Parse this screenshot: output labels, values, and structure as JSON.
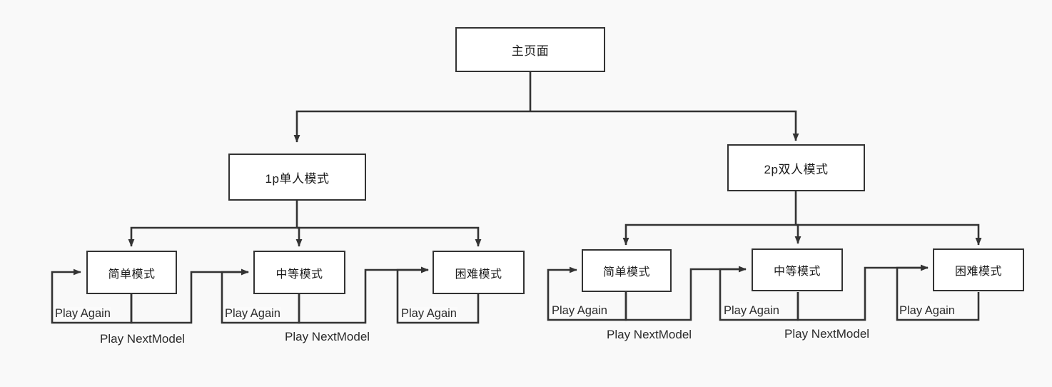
{
  "diagram": {
    "title_node": {
      "label": "主页面"
    },
    "branches": [
      {
        "name": "single-player",
        "label": "1p单人模式",
        "modes": [
          {
            "label": "简单模式",
            "self_loop_label": "Play Again",
            "next_label": "Play NextModel"
          },
          {
            "label": "中等模式",
            "self_loop_label": "Play Again",
            "next_label": "Play NextModel"
          },
          {
            "label": "困难模式",
            "self_loop_label": "Play Again",
            "next_label": ""
          }
        ]
      },
      {
        "name": "two-player",
        "label": "2p双人模式",
        "modes": [
          {
            "label": "简单模式",
            "self_loop_label": "Play Again",
            "next_label": "Play NextModel"
          },
          {
            "label": "中等模式",
            "self_loop_label": "Play Again",
            "next_label": "Play NextModel"
          },
          {
            "label": "困难模式",
            "self_loop_label": "Play Again",
            "next_label": ""
          }
        ]
      }
    ],
    "colors": {
      "background": "#f9f9f9",
      "node_fill": "#ffffff",
      "node_border": "#333333",
      "edge_stroke": "#333333",
      "text": "#1a1a1a"
    }
  }
}
